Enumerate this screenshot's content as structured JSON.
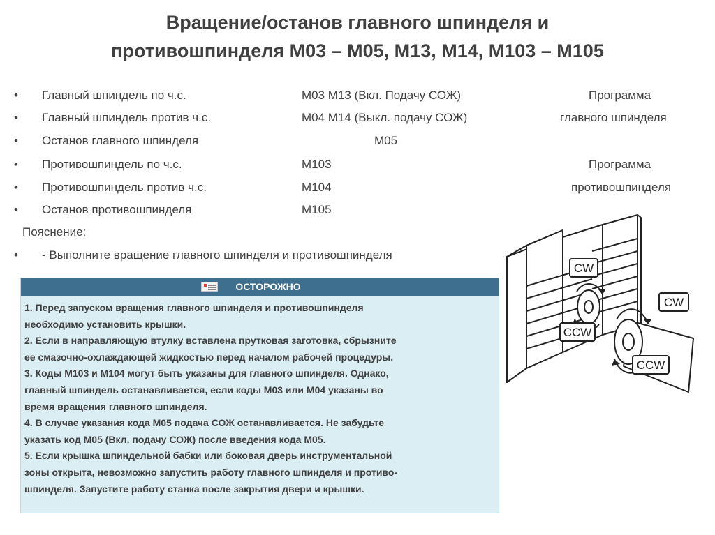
{
  "title": {
    "line1": "Вращение/останов главного шпинделя и",
    "line2": "противошпинделя М03 – М05, М13, М14, М103 – М105"
  },
  "rows": [
    {
      "bullet": "•",
      "label": "Главный шпиндель по ч.с.",
      "code": "M03 M13 (Вкл. Подачу  СОЖ)",
      "note": "Программа"
    },
    {
      "bullet": "•",
      "label": "Главный шпиндель против ч.с.",
      "code": "M04 M14 (Выкл. подачу СОЖ)",
      "note": "главного шпинделя"
    },
    {
      "bullet": "•",
      "label": "Останов главного шпинделя",
      "code": "M05",
      "note": ""
    },
    {
      "bullet": "•",
      "label": "Противошпиндель по ч.с.",
      "code": "M103",
      "note": "Программа"
    },
    {
      "bullet": "•",
      "label": "Противошпиндель против ч.с.",
      "code": "M104",
      "note": "противошпинделя"
    },
    {
      "bullet": "•",
      "label": "Останов противошпинделя",
      "code": "M105",
      "note": ""
    }
  ],
  "explanation": {
    "heading": "Пояснение:",
    "bullet": "•",
    "text": "- Выполните вращение главного шпинделя и противошпинделя"
  },
  "caution": {
    "title": "ОСТОРОЖНО",
    "lines": [
      "1.  Перед запуском вращения главного шпинделя и противошпинделя",
      "необходимо установить крышки.",
      "2.  Если в направляющую втулку вставлена прутковая заготовка, сбрызните",
      "ее смазочно-охлаждающей жидкостью перед началом рабочей процедуры.",
      "3.  Коды M103 и M104 могут быть указаны для главного шпинделя. Однако,",
      "главный шпиндель останавливается, если коды M03 или M04 указаны во",
      "время вращения главного шпинделя.",
      "4.  В случае указания кода М05 подача СОЖ останавливается. Не забудьте",
      "указать код М05 (Вкл. подачу СОЖ) после введения кода М05.",
      "5.  Если крышка шпиндельной бабки или боковая дверь инструментальной",
      "зоны открыта, невозможно запустить работу главного шпинделя и противо-",
      "шпинделя. Запустите работу станка после закрытия двери и крышки."
    ]
  },
  "diagram": {
    "labels": {
      "cw_top": "CW",
      "ccw_left": "CCW",
      "cw_right": "CW",
      "ccw_bottom": "CCW"
    }
  }
}
